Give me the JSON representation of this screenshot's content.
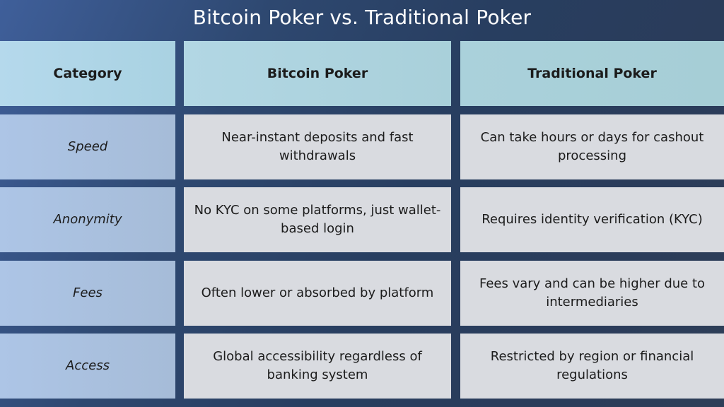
{
  "title": "Bitcoin Poker vs. Traditional Poker",
  "table": {
    "headers": [
      "Category",
      "Bitcoin Poker",
      "Traditional Poker"
    ],
    "rows": [
      {
        "category": "Speed",
        "bitcoin": "Near-instant deposits and fast withdrawals",
        "traditional": "Can take hours or days for cashout processing"
      },
      {
        "category": "Anonymity",
        "bitcoin": "No KYC on some platforms, just wallet-based login",
        "traditional": "Requires identity verification (KYC)"
      },
      {
        "category": "Fees",
        "bitcoin": "Often lower or absorbed by platform",
        "traditional": "Fees vary and can be higher due to intermediaries"
      },
      {
        "category": "Access",
        "bitcoin": "Global accessibility regardless of banking system",
        "traditional": "Restricted by region or financial regulations"
      }
    ]
  }
}
